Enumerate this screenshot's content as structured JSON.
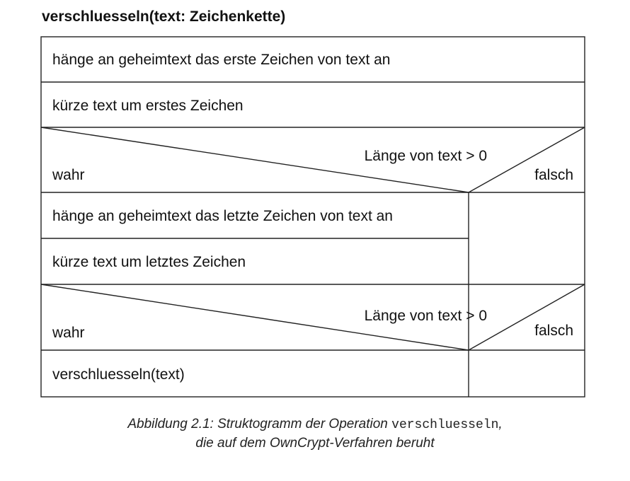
{
  "title": "verschluesseln(text: Zeichenkette)",
  "blocks": {
    "step_1": "hänge an geheimtext das erste Zeichen von text an",
    "step_2": "kürze text um erstes Zeichen",
    "condition_1": {
      "label": "Länge von text > 0",
      "true_label": "wahr",
      "false_label": "falsch",
      "true_branch": [
        "hänge an geheimtext das letzte Zeichen von text an",
        "kürze text um letztes Zeichen"
      ],
      "nested_condition": {
        "label": "Länge von text > 0",
        "true_label": "wahr",
        "false_label": "falsch",
        "true_branch": [
          "verschluesseln(text)"
        ]
      }
    }
  },
  "caption": {
    "prefix": "Abbildung 2.1: Struktogramm der Operation ",
    "code": "verschluesseln",
    "suffix": ",",
    "line2": "die auf dem OwnCrypt-Verfahren beruht"
  }
}
